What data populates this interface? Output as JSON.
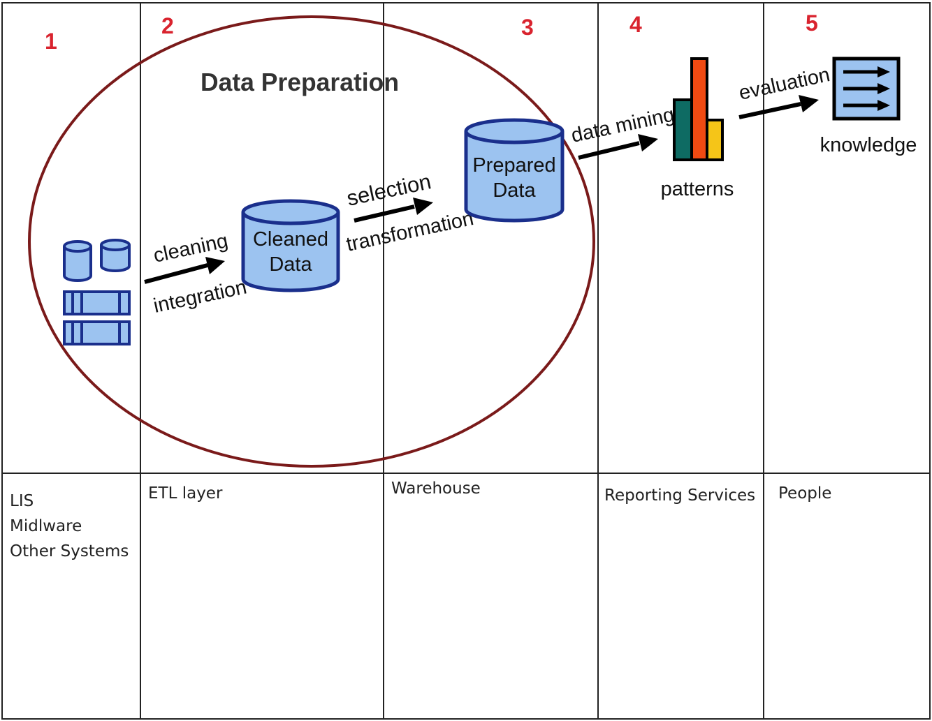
{
  "title": "Data Preparation",
  "steps": [
    "1",
    "2",
    "3",
    "4",
    "5"
  ],
  "flow_labels": {
    "cleaning": "cleaning",
    "integration": "integration",
    "selection": "selection",
    "transformation": "transformation",
    "data_mining": "data mining",
    "evaluation": "evaluation"
  },
  "nodes": {
    "cleaned_data": [
      "Cleaned",
      "Data"
    ],
    "prepared_data": [
      "Prepared",
      "Data"
    ],
    "patterns": "patterns",
    "knowledge": "knowledge"
  },
  "layers": {
    "sources": [
      "LIS",
      "Midlware",
      "Other Systems"
    ],
    "etl": "ETL layer",
    "warehouse": "Warehouse",
    "reporting": "Reporting Services",
    "people": "People"
  },
  "colors": {
    "step_number": "#d9232e",
    "ellipse": "#7a1a1a",
    "database_fill": "#9cc3f0",
    "database_stroke": "#1a2f8c",
    "bar_teal": "#0e6b63",
    "bar_orange": "#f04a12",
    "bar_yellow": "#f5c518",
    "grid": "#222222"
  },
  "icons": [
    "database-cluster-icon",
    "cylinder-icon",
    "bar-chart-icon",
    "document-list-icon",
    "arrow-icon"
  ]
}
